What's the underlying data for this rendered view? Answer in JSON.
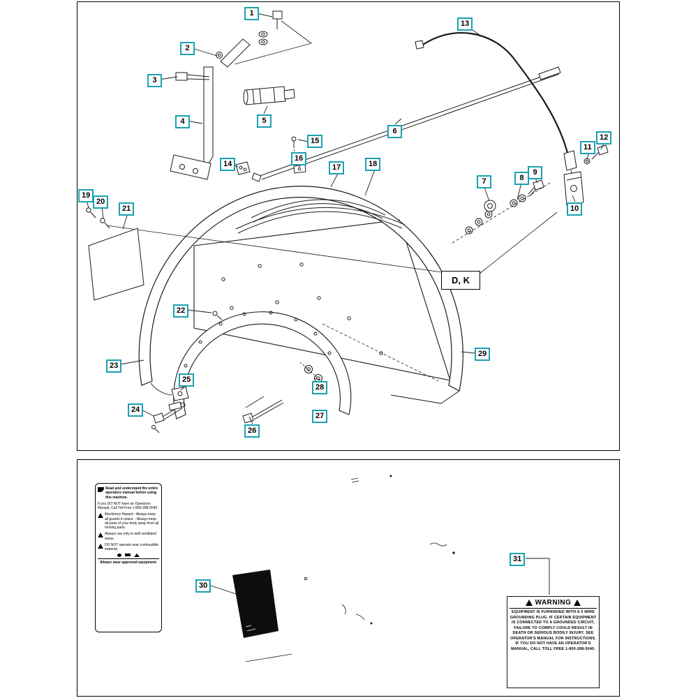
{
  "colors": {
    "callout_border": "#19a2b2"
  },
  "diagram": {
    "callouts": [
      "1",
      "2",
      "3",
      "4",
      "5",
      "6",
      "7",
      "8",
      "9",
      "10",
      "11",
      "12",
      "13",
      "14",
      "15",
      "16",
      "17",
      "18",
      "19",
      "20",
      "21",
      "22",
      "23",
      "24",
      "25",
      "26",
      "27",
      "28",
      "29"
    ],
    "bottom_callouts": [
      "30",
      "31"
    ],
    "dk_label": "D, K"
  },
  "safety_label": {
    "s1": "Read and understand the entire operators manual before using this machine.",
    "s2": "If you DO NOT have an Operators Manual, Call Toll Free 1-800-288-5040",
    "s3": "Machinery Hazard - Always keep all guards in place. - Always keep all parts of your body away from all moving parts.",
    "s4": "Always use only in well ventilated areas.",
    "s5": "DO NOT operate near combustible material.",
    "s6": "Always wear approved equipment."
  },
  "warning_label": {
    "title": "WARNING",
    "body": "EQUIPMENT IS FURNISHED WITH A 5 WIRE GROUNDING PLUG. IF CERTAIN EQUIPMENT IS CONNECTED TO A GROUNDED CIRCUIT, FAILURE TO COMPLY COULD RESULT IN DEATH OR SERIOUS BODILY INJURY. SEE OPERATOR'S MANUAL FOR INSTRUCTIONS. IF YOU DO NOT HAVE AN OPERATOR'S MANUAL, CALL TOLL FREE 1-800-288-5040."
  }
}
